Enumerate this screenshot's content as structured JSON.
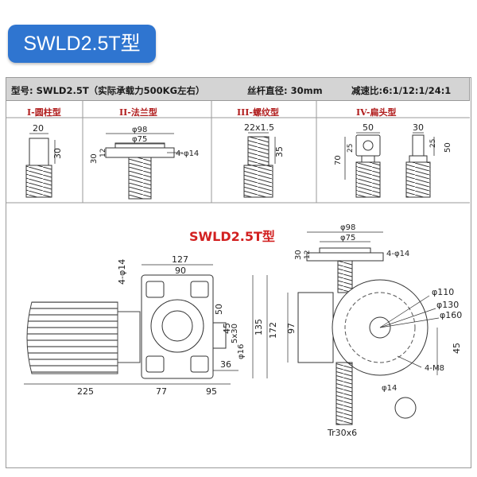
{
  "header": {
    "title": "SWLD2.5T型"
  },
  "spec_bar": {
    "model": "型号:  SWLD2.5T（实际承载力500KG左右）",
    "screw_diameter": "丝杆直径: 30mm",
    "ratio": "减速比:6:1/12:1/24:1"
  },
  "types": [
    {
      "label": "I-圆柱型",
      "dims": [
        "20",
        "30"
      ]
    },
    {
      "label": "II-法兰型",
      "dims": [
        "φ98",
        "φ75",
        "30",
        "12",
        "4-φ14"
      ]
    },
    {
      "label": "III-螺纹型",
      "dims": [
        "22x1.5",
        "35"
      ]
    },
    {
      "label": "IV-扁头型",
      "dims": [
        "50",
        "25",
        "70",
        "30",
        "25",
        "50"
      ]
    }
  ],
  "main": {
    "title": "SWLD2.5T型",
    "left_dims": [
      "4-φ14",
      "127",
      "90",
      "50",
      "45",
      "135",
      "172",
      "5x30",
      "φ16",
      "36",
      "225",
      "77",
      "95"
    ],
    "right_dims": [
      "φ98",
      "φ75",
      "30",
      "12",
      "4-φ14",
      "φ110",
      "φ130",
      "φ160",
      "97",
      "45",
      "4-M8",
      "φ14",
      "Tr30x6"
    ]
  }
}
